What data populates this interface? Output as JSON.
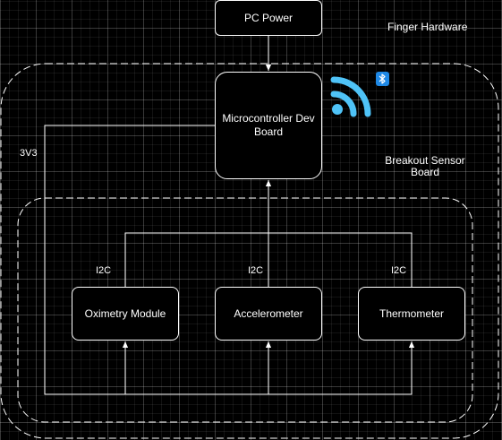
{
  "groups": {
    "finger_hardware": "Finger Hardware",
    "breakout_sensor_board": "Breakout Sensor\nBoard"
  },
  "nodes": {
    "pc_power": "PC Power",
    "microcontroller": "Microcontroller Dev Board",
    "oximetry": "Oximetry Module",
    "accelerometer": "Accelerometer",
    "thermometer": "Thermometer"
  },
  "edge_labels": {
    "power_rail": "3V3",
    "i2c_oximetry": "I2C",
    "i2c_accelerometer": "I2C",
    "i2c_thermometer": "I2C"
  },
  "icons": {
    "wireless": "wifi-signal-icon",
    "bluetooth": "bluetooth-icon",
    "wireless_color": "#4fc3f7",
    "bluetooth_color": "#1e88e5"
  }
}
